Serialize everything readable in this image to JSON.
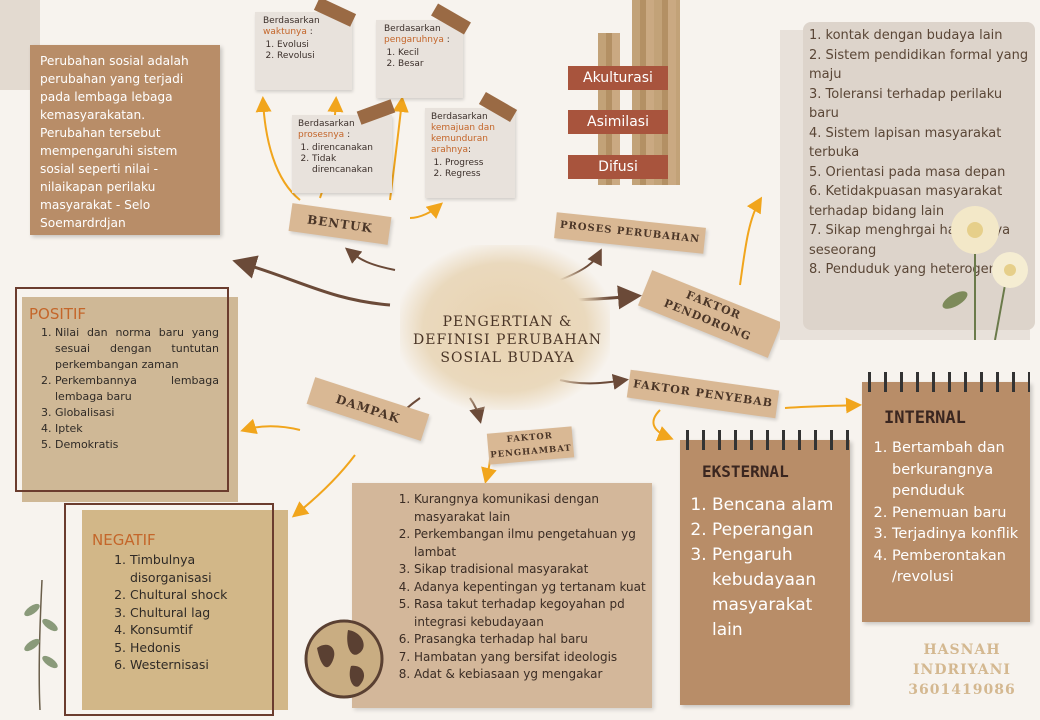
{
  "definition": "Perubahan sosial adalah perubahan yang terjadi pada lembaga lebaga kemasyarakatan. Perubahan tersebut mempengaruhi sistem sosial seperti nilai - nilaikapan perilaku masyarakat - Selo Soemardrdjan",
  "center_title": "PENGERTIAN & DEFINISI PERUBAHAN SOSIAL BUDAYA",
  "banners": {
    "bentuk": "BENTUK",
    "proses": "PROSES PERUBAHAN",
    "pendorong": "FAKTOR PENDORONG",
    "penyebab": "FAKTOR PENYEBAB",
    "dampak": "DAMPAK",
    "penghambat": "FAKTOR PENGHAMBAT"
  },
  "bentuk_cards": [
    {
      "prefix": "Berdasarkan",
      "highlight": "waktunya",
      "suffix": ":",
      "items": [
        "Evolusi",
        "Revolusi"
      ]
    },
    {
      "prefix": "Berdasarkan",
      "highlight": "pengaruhnya",
      "suffix": ":",
      "items": [
        "Kecil",
        "Besar"
      ]
    },
    {
      "prefix": "Berdasarkan",
      "highlight": "prosesnya",
      "suffix": ":",
      "items": [
        "direncanakan",
        "Tidak direncanakan"
      ]
    },
    {
      "prefix": "Berdasarkan",
      "highlight": "kemajuan dan kemunduran arahnya",
      "suffix": ":",
      "items": [
        "Progress",
        "Regress"
      ]
    }
  ],
  "proses": [
    "Akulturasi",
    "Asimilasi",
    "Difusi"
  ],
  "pendorong": [
    "1. kontak dengan budaya lain",
    "2. Sistem pendidikan formal yang maju",
    "3. Toleransi terhadap perilaku baru",
    "4. Sistem lapisan masyarakat terbuka",
    "5. Orientasi pada masa depan",
    "6. Ketidakpuasan masyarakat terhadap bidang lain",
    "7. Sikap menghrgai hasil karya seseorang",
    "8. Penduduk yang heterogen"
  ],
  "positif": {
    "title": "POSITIF",
    "items": [
      "Nilai dan norma baru yang sesuai dengan tuntutan perkembangan zaman",
      "Perkembannya lembaga lembaga baru",
      "Globalisasi",
      "Iptek",
      "Demokratis"
    ]
  },
  "negatif": {
    "title": "NEGATIF",
    "items": [
      "Timbulnya disorganisasi",
      "Chultural shock",
      "Chultural lag",
      "Konsumtif",
      "Hedonis",
      "Westernisasi"
    ]
  },
  "penghambat": [
    "Kurangnya komunikasi dengan masyarakat lain",
    "Perkembangan ilmu pengetahuan yg lambat",
    "Sikap tradisional masyarakat",
    "Adanya kepentingan yg tertanam kuat",
    "Rasa takut terhadap kegoyahan pd integrasi kebudayaan",
    "Prasangka terhadap hal baru",
    "Hambatan yang bersifat ideologis",
    "Adat & kebiasaan yg mengakar"
  ],
  "eksternal": {
    "title": "EKSTERNAL",
    "items": [
      "Bencana alam",
      "Peperangan",
      "Pengaruh kebudayaan masyarakat lain"
    ]
  },
  "internal": {
    "title": "INTERNAL",
    "items": [
      "Bertambah dan berkurangnya penduduk",
      "Penemuan baru",
      "Terjadinya konflik",
      "Pemberontakan /revolusi"
    ]
  },
  "author": {
    "name": "HASNAH INDRIYANI",
    "id": "3601419086"
  },
  "colors": {
    "accent": "#c4662a",
    "arrow_orange": "#f1a51c",
    "arrow_brown": "#6b4a38",
    "kraft": "#b88d68"
  }
}
